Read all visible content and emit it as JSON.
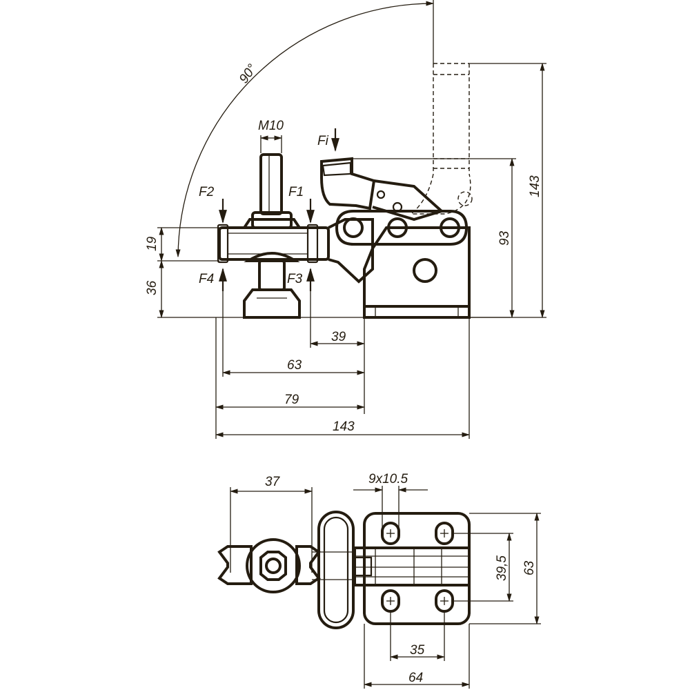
{
  "drawing": {
    "front_view": {
      "angle_label": "90°",
      "thread_label": "M10",
      "forces": {
        "fi": "Fi",
        "f1": "F1",
        "f2": "F2",
        "f3": "F3",
        "f4": "F4"
      },
      "dims": {
        "height_19": "19",
        "height_36": "36",
        "height_93": "93",
        "height_143": "143",
        "width_39": "39",
        "width_63": "63",
        "width_79": "79",
        "width_143": "143"
      }
    },
    "top_view": {
      "dims": {
        "width_37": "37",
        "slot_9x10_5": "9x10.5",
        "height_39_5": "39,5",
        "height_63": "63",
        "width_35": "35",
        "width_64": "64"
      }
    }
  }
}
